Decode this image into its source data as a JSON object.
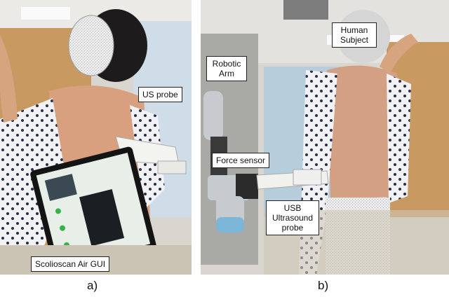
{
  "panels": [
    {
      "label": "a)",
      "callouts": {
        "us_probe": "US probe",
        "gui": "Scolioscan Air GUI"
      }
    },
    {
      "label": "b)",
      "callouts": {
        "robotic_arm": "Robotic\nArm",
        "human_subject": "Human\nSubject",
        "force_sensor": "Force sensor",
        "usb_probe": "USB\nUltrasound\nprobe"
      }
    }
  ]
}
